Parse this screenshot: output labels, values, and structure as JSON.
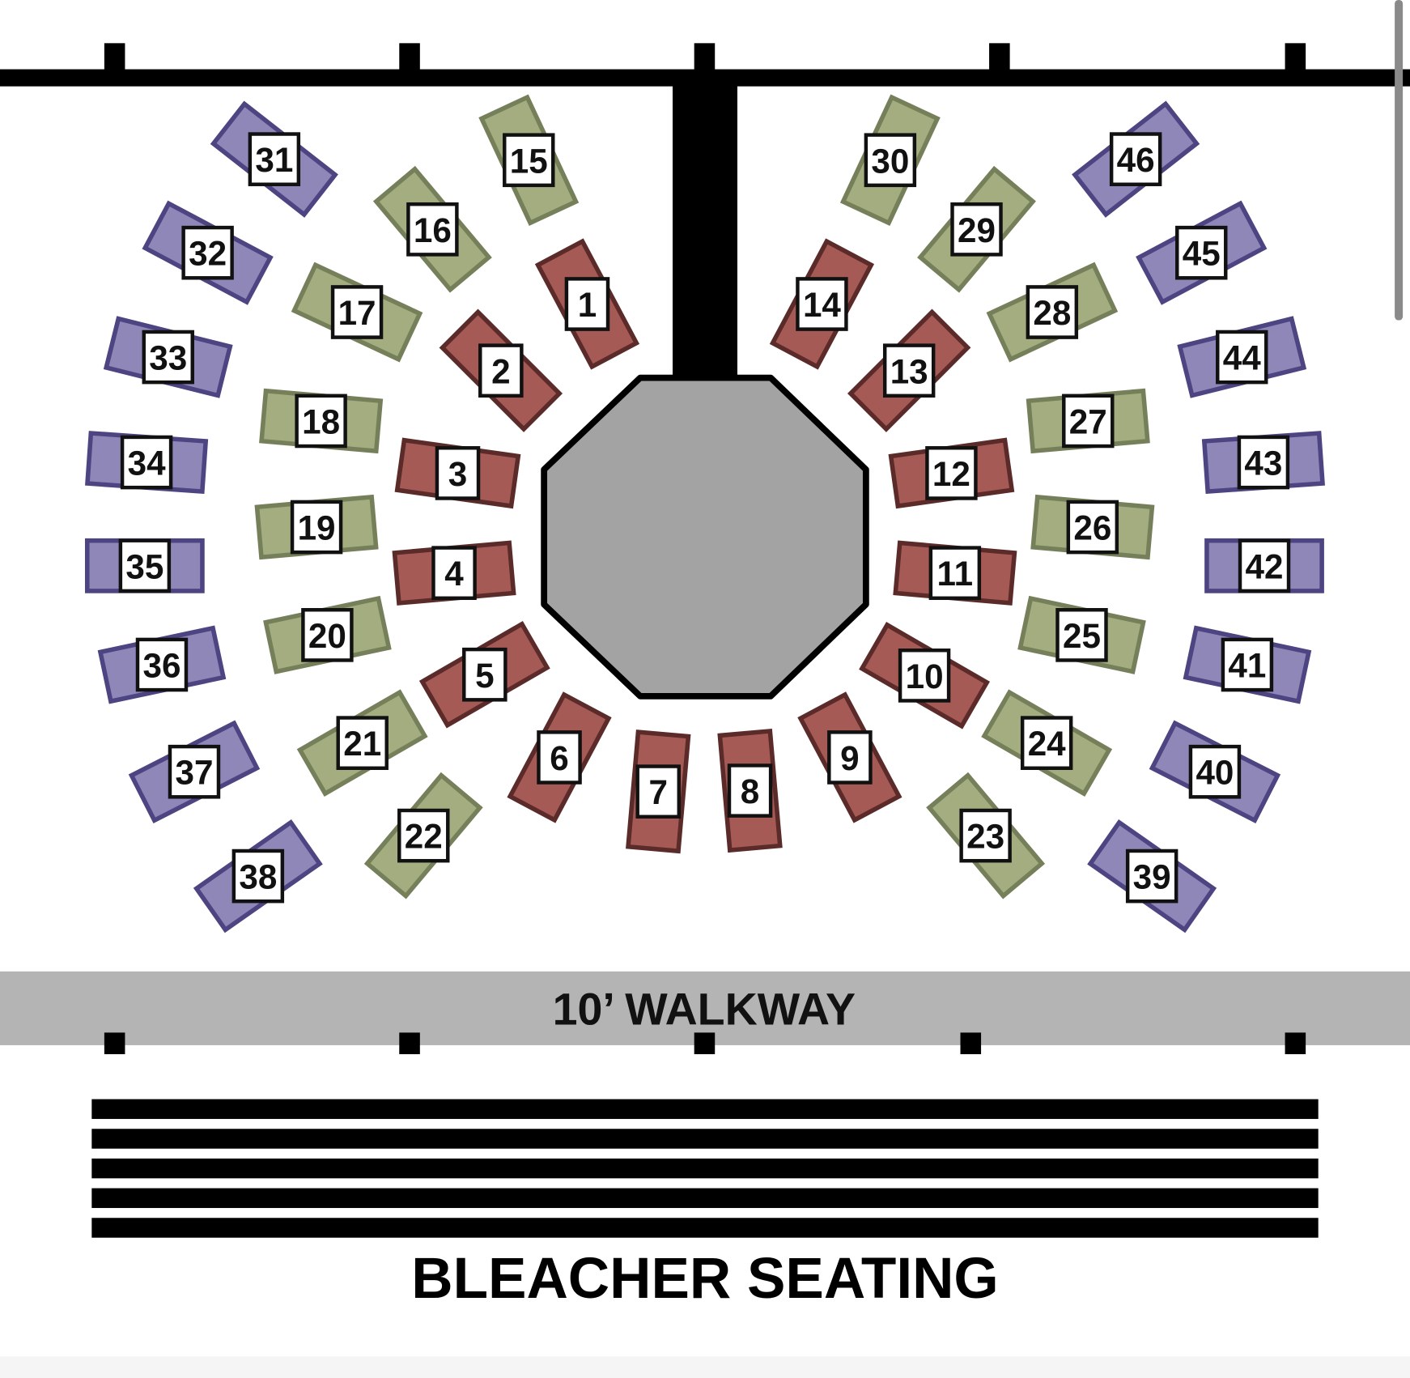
{
  "title_walkway": "10’ WALKWAY",
  "title_bleachers": "BLEACHER SEATING",
  "colors": {
    "inner_ring_fill": "#a65a56",
    "inner_ring_stroke": "#5b2b29",
    "middle_ring_fill": "#a4ad80",
    "middle_ring_stroke": "#75805a",
    "outer_ring_fill": "#8e87b8",
    "outer_ring_stroke": "#4d4482",
    "cage_fill": "#a3a3a3",
    "walkway_fill": "#b4b4b4"
  },
  "rings": [
    {
      "name": "inner",
      "tables": [
        "1",
        "2",
        "3",
        "4",
        "5",
        "6",
        "7",
        "8",
        "9",
        "10",
        "11",
        "12",
        "13",
        "14"
      ]
    },
    {
      "name": "middle",
      "tables": [
        "15",
        "16",
        "17",
        "18",
        "19",
        "20",
        "21",
        "22",
        "23",
        "24",
        "25",
        "26",
        "27",
        "28",
        "29",
        "30"
      ]
    },
    {
      "name": "outer",
      "tables": [
        "31",
        "32",
        "33",
        "34",
        "35",
        "36",
        "37",
        "38",
        "39",
        "40",
        "41",
        "42",
        "43",
        "44",
        "45",
        "46"
      ]
    }
  ]
}
